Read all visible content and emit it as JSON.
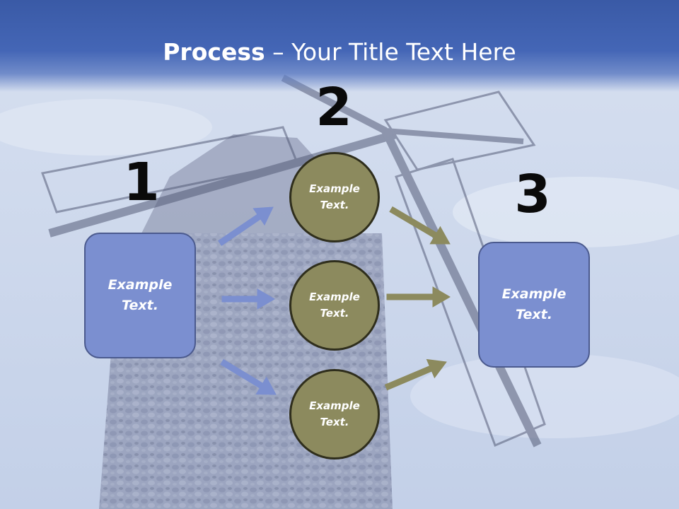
{
  "title": {
    "bold": "Process",
    "rest": " – Your Title Text Here"
  },
  "steps": [
    {
      "number": "1",
      "box_text": "Example\nText."
    },
    {
      "number": "2",
      "circles": [
        "Example\nText.",
        "Example\nText.",
        "Example\nText."
      ]
    },
    {
      "number": "3",
      "box_text": "Example\nText."
    }
  ],
  "colors": {
    "header": "#4466b6",
    "box_fill": "#7b8fd0",
    "circle_fill": "#8c8a5e",
    "arrow_blue": "#7b8fd0",
    "arrow_olive": "#8c8a5e"
  }
}
